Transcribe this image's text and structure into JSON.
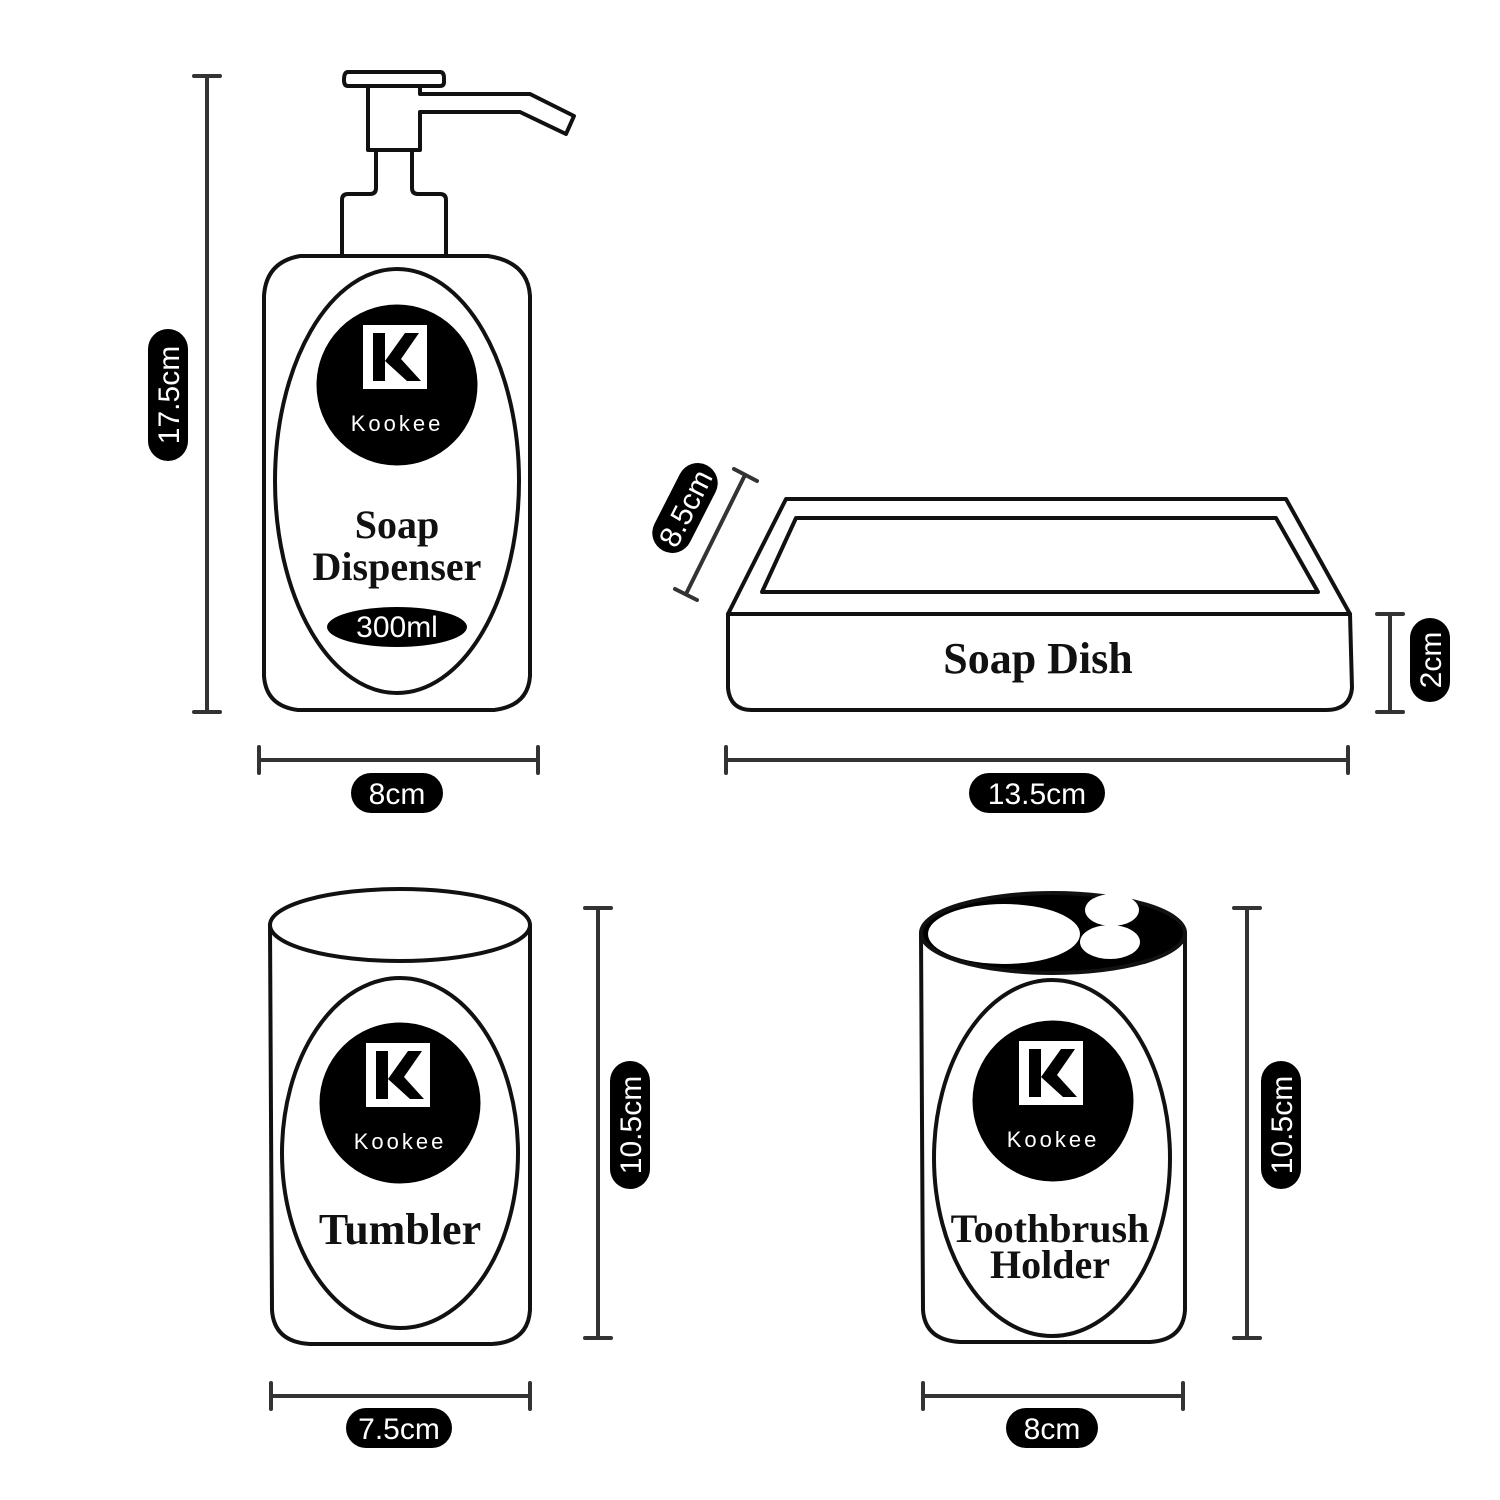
{
  "brand": {
    "name": "Kookee"
  },
  "colors": {
    "ink": "#111111",
    "dimension_line": "#333333",
    "pill_fill": "#000000",
    "pill_text": "#ffffff",
    "background": "#ffffff"
  },
  "items": {
    "soap_dispenser": {
      "label_line1": "Soap",
      "label_line2": "Dispenser",
      "volume": "300ml",
      "height": "17.5cm",
      "width": "8cm"
    },
    "soap_dish": {
      "label": "Soap Dish",
      "depth": "8.5cm",
      "height": "2cm",
      "width": "13.5cm"
    },
    "tumbler": {
      "label": "Tumbler",
      "height": "10.5cm",
      "width": "7.5cm"
    },
    "toothbrush_holder": {
      "label_line1": "Toothbrush",
      "label_line2": "Holder",
      "height": "10.5cm",
      "width": "8cm"
    }
  }
}
